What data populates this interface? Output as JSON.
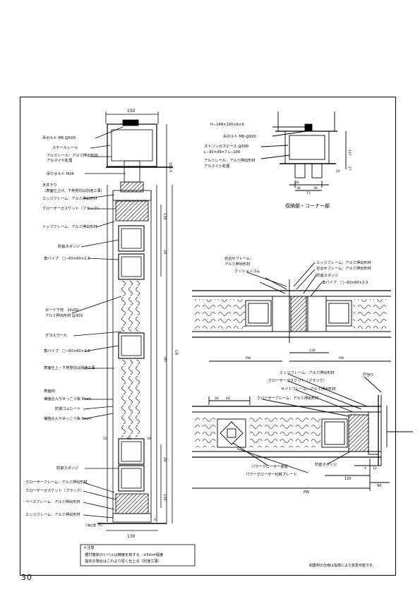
{
  "page_number": "30",
  "footer_note": "耐震材の仕様は指標により変更可能です。",
  "notes": {
    "title": "＊注意",
    "line1": "据付躯体のレベルは精度を有する　±5mm程度",
    "line2": "指定の場合はこれより短く仕上る（別途工事）"
  },
  "section_left": {
    "labels": {
      "anchor_bolt": "吊ボルト M8 @500",
      "steel_rail": "スチールレール",
      "alumi_rail1": "アルミレール：アルミ押出形材",
      "alumi_rail2": "アルマイト処理",
      "hanging_bolt": "吊りボルト M24",
      "ceiling_finish1": "天井下り",
      "ceiling_finish2": "（表面仕上げ、下地見切は別途工事）",
      "edge_frame_top": "エッジフレーム：アルミ押出形材",
      "closer_gasket_top": "クローザーガスケット（ブラック）",
      "top_frame": "トップフレーム：アルミ押出形材",
      "sponge_top": "防音スポンジ",
      "pipe_top": "角パイプ　□−60×60×2.3",
      "board1": "ボード下地　16x50",
      "board2": "アルミ押出形材 @303",
      "glass_wool": "グラスウール",
      "pipe_mid": "角パイプ　□−60×60×2.3",
      "surface_finish": "表面仕上・下地見切は別途工事",
      "facing_title": "表面材：",
      "facing1": "補強合入りせっこう板 9mm",
      "facing2": "防振ゴムシート",
      "facing3": "補強合入りせっこう板 9mm",
      "sponge_bottom": "防音スポンジ",
      "closer_frame_bottom": "クローザーフレーム：アルミ押出形材",
      "closer_gasket_bottom": "クローザーガスケット（ブラック）",
      "base_frame": "ベースフレーム：アルミ押出形材",
      "edge_frame_bottom": "エッジフレーム：アルミ押出形材",
      "floor_mark": "下端位置（FL）"
    },
    "dims": {
      "top_width": "150",
      "bottom_width": "130",
      "top_height": "166.5",
      "d130a": "130",
      "d20a": "20",
      "d130b": "130",
      "d20b": "20",
      "ph": "PH",
      "ch": "CH",
      "d15": "15",
      "d60": "60",
      "d4": "4",
      "d30": "30"
    }
  },
  "section_corner": {
    "caption": "収納部・コーナー部",
    "labels": {
      "h_steel": "H−148×100×6×9",
      "anchor_bolt": "吊ボルト M8 @500",
      "stringer1": "ストリンガスピース @500",
      "stringer2": "L−90×49×7 L−100",
      "alumi_rail1": "アルミレール：アルミ押出形材",
      "alumi_rail2": "アルマイト処理"
    },
    "dims": {
      "d117": "117",
      "d27": "27",
      "d30": "30",
      "d73": "73",
      "d36": "36",
      "d36b": "36",
      "d24": "24"
    }
  },
  "plan_middle": {
    "labels": {
      "joint_frame1": "召合せフレーム：",
      "joint_frame2": "アルミ押出形材",
      "cushion": "クッションゴム",
      "edge_frame": "エッジフレーム：アルミ押出形材",
      "joint_frame_r": "召合せフレーム：アルミ押出形材",
      "sponge": "防音スポンジ",
      "pipe": "角パイプ　□−60×60×2.3"
    },
    "dims": {
      "pw": "PW",
      "d130": "130",
      "pw2": "PW"
    }
  },
  "plan_bottom": {
    "labels": {
      "edge_frame": "エッジフレーム：アルミ押出形材",
      "closer_gasket": "クローザーガスケット（ブラック）",
      "side_frame": "サイドフレーム：アルミ押出形材",
      "closer_frame": "クローザーフレーム：アルミ押出形材",
      "door_stop": "戸当り",
      "power_closer": "パワークローザー装置",
      "power_plate": "パワークローザー化粧プレート",
      "sponge": "防音スポンジ"
    },
    "dims": {
      "d4": "4",
      "d12": "12",
      "d120": "120",
      "d90": "90",
      "pw": "PW",
      "d60": "60",
      "d30": "30"
    }
  }
}
